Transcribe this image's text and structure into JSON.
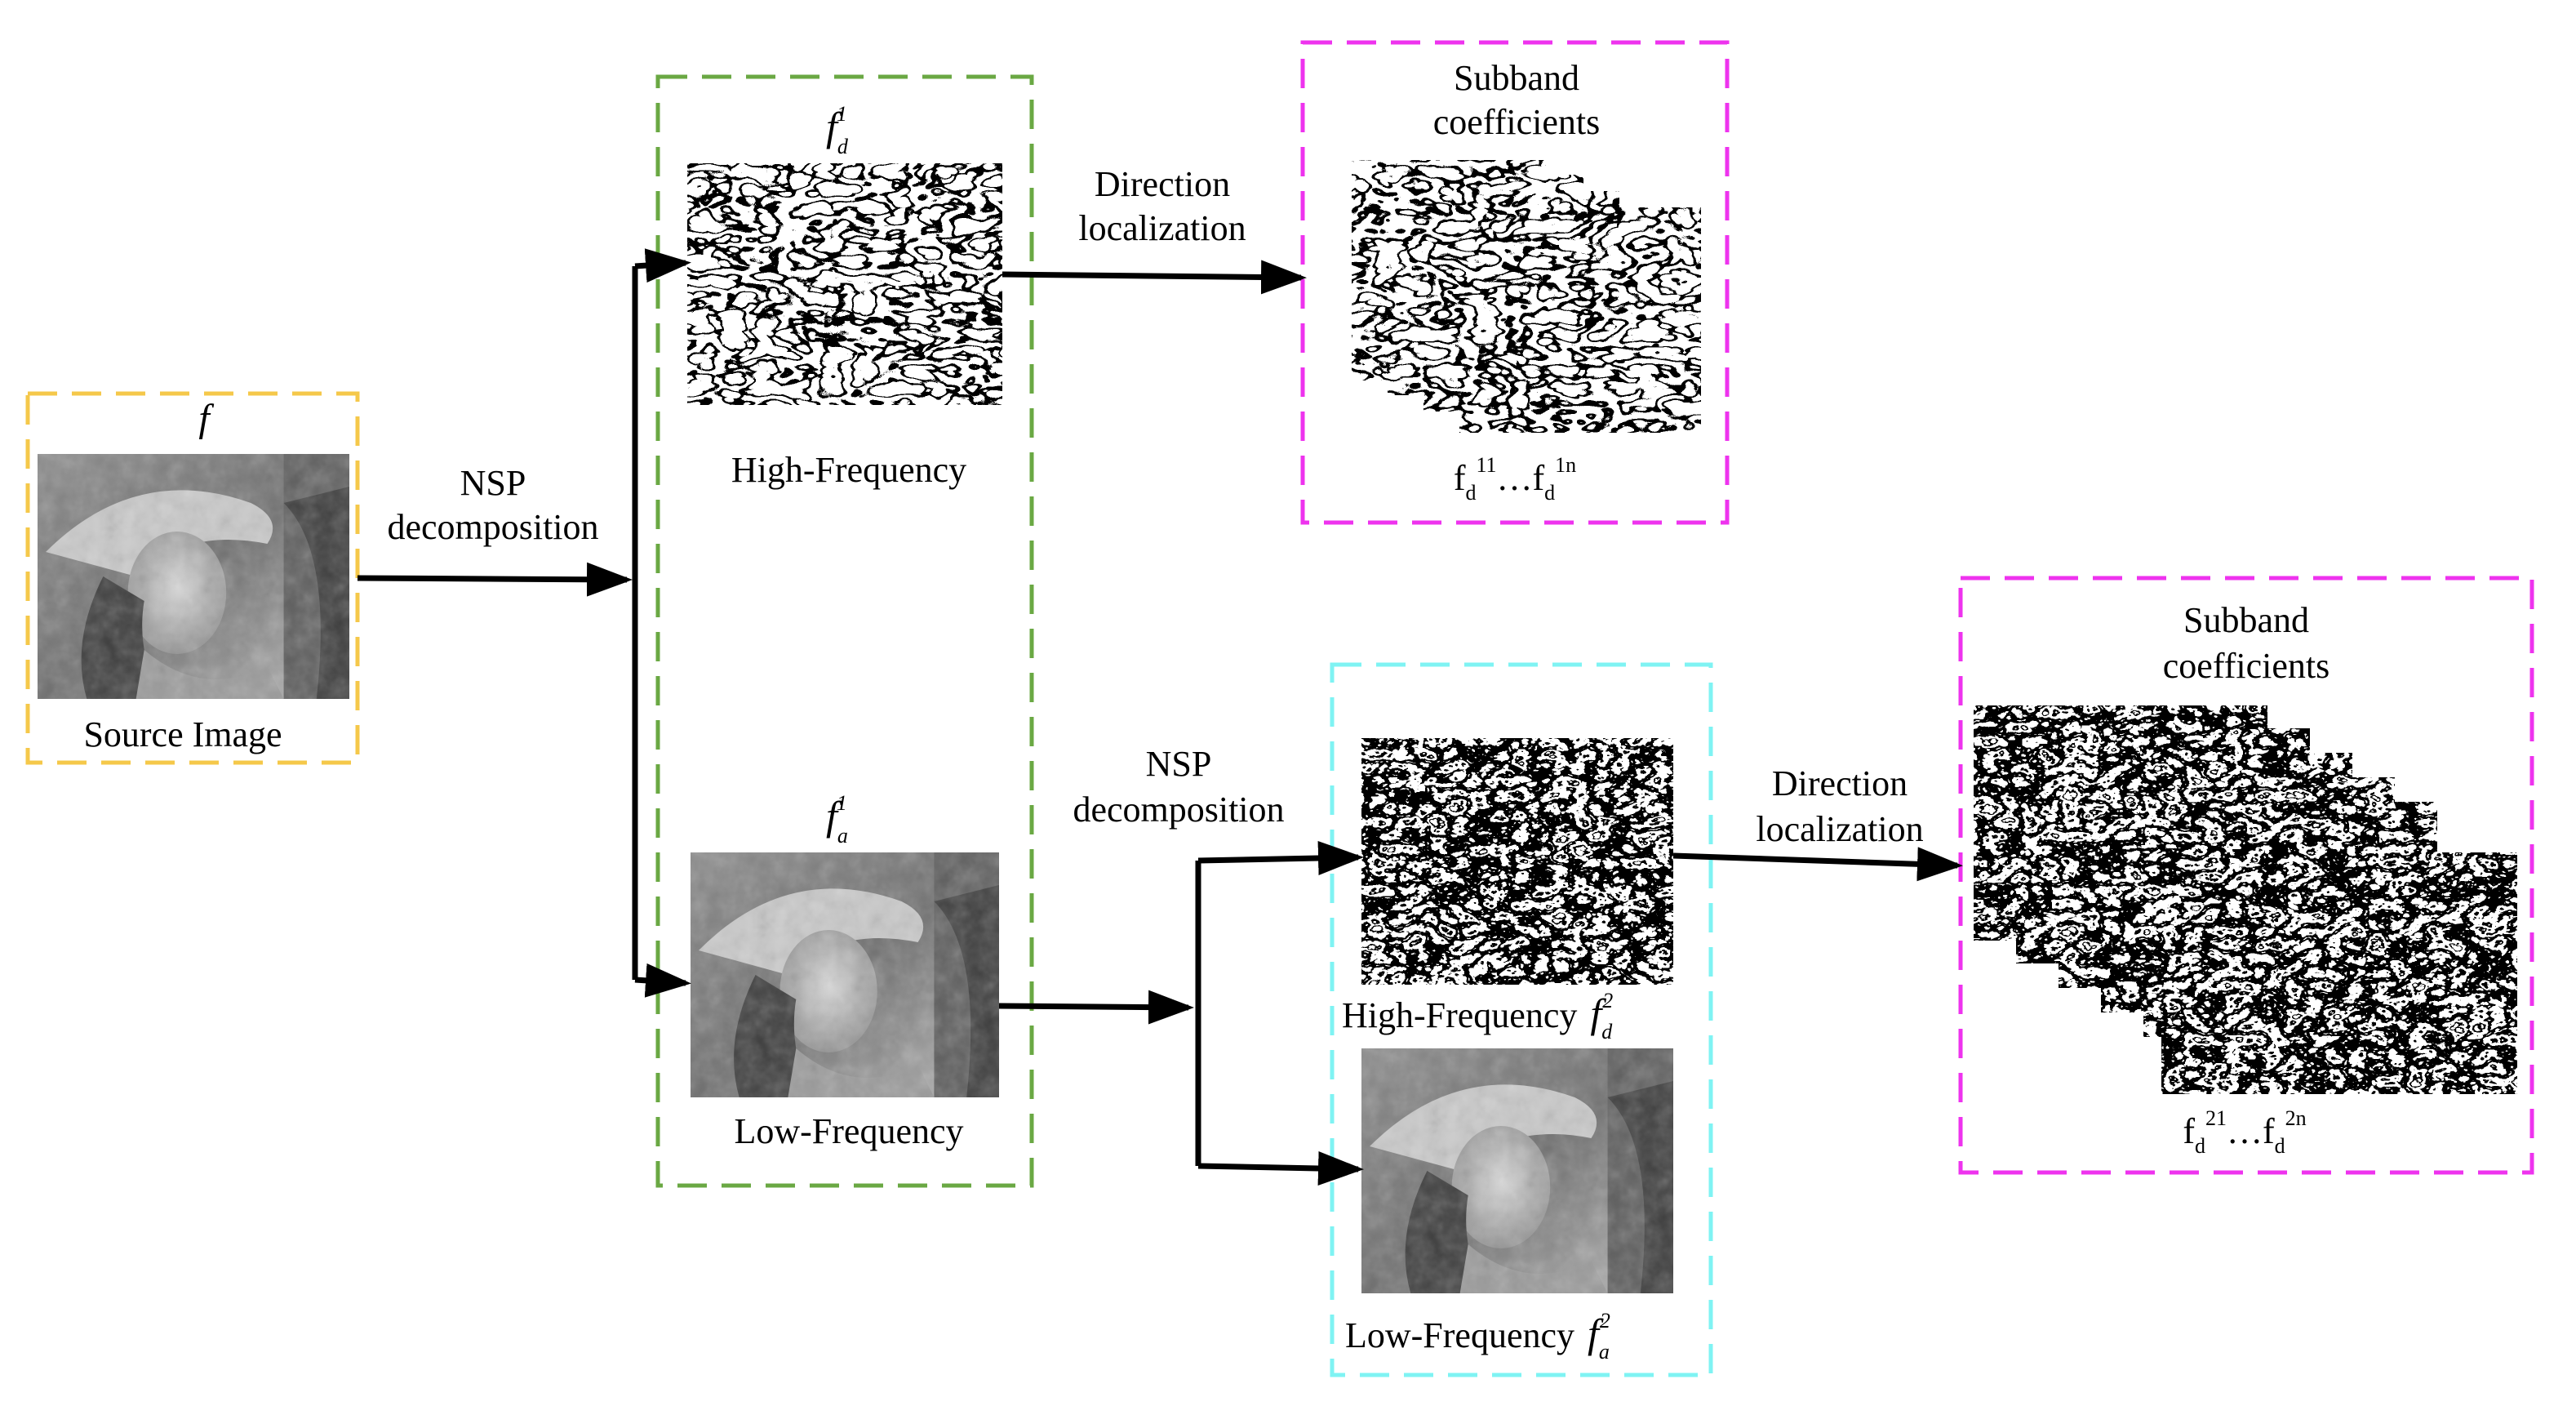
{
  "colors": {
    "source_border": "#f5c84a",
    "level1_border": "#6aa843",
    "level2_border": "#7ff3f3",
    "subband_border": "#ee33ee",
    "arrow": "#000000"
  },
  "source": {
    "symbol": "f",
    "caption": "Source Image"
  },
  "level1": {
    "high": {
      "symbol": "f",
      "subscript": "d",
      "superscript": "1",
      "caption": "High-Frequency"
    },
    "low": {
      "symbol": "f",
      "subscript": "a",
      "superscript": "1",
      "caption": "Low-Frequency"
    }
  },
  "level2": {
    "high": {
      "caption": "High-Frequency",
      "symbol": "f",
      "subscript": "d",
      "superscript": "2"
    },
    "low": {
      "caption": "Low-Frequency",
      "symbol": "f",
      "subscript": "a",
      "superscript": "2"
    }
  },
  "edges": {
    "nsp1": {
      "line1": "NSP",
      "line2": "decomposition"
    },
    "nsp2": {
      "line1": "NSP",
      "line2": "decomposition"
    },
    "dir1": {
      "line1": "Direction",
      "line2": "localization"
    },
    "dir2": {
      "line1": "Direction",
      "line2": "localization"
    }
  },
  "subband1": {
    "title_line1": "Subband",
    "title_line2": "coefficients",
    "label_base": "f",
    "label_sub": "d",
    "label_sup_start": "11",
    "label_ellipsis": "…",
    "label_sup_end": "1n"
  },
  "subband2": {
    "title_line1": "Subband",
    "title_line2": "coefficients",
    "label_base": "f",
    "label_sub": "d",
    "label_sup_start": "21",
    "label_ellipsis": "…",
    "label_sup_end": "2n"
  }
}
